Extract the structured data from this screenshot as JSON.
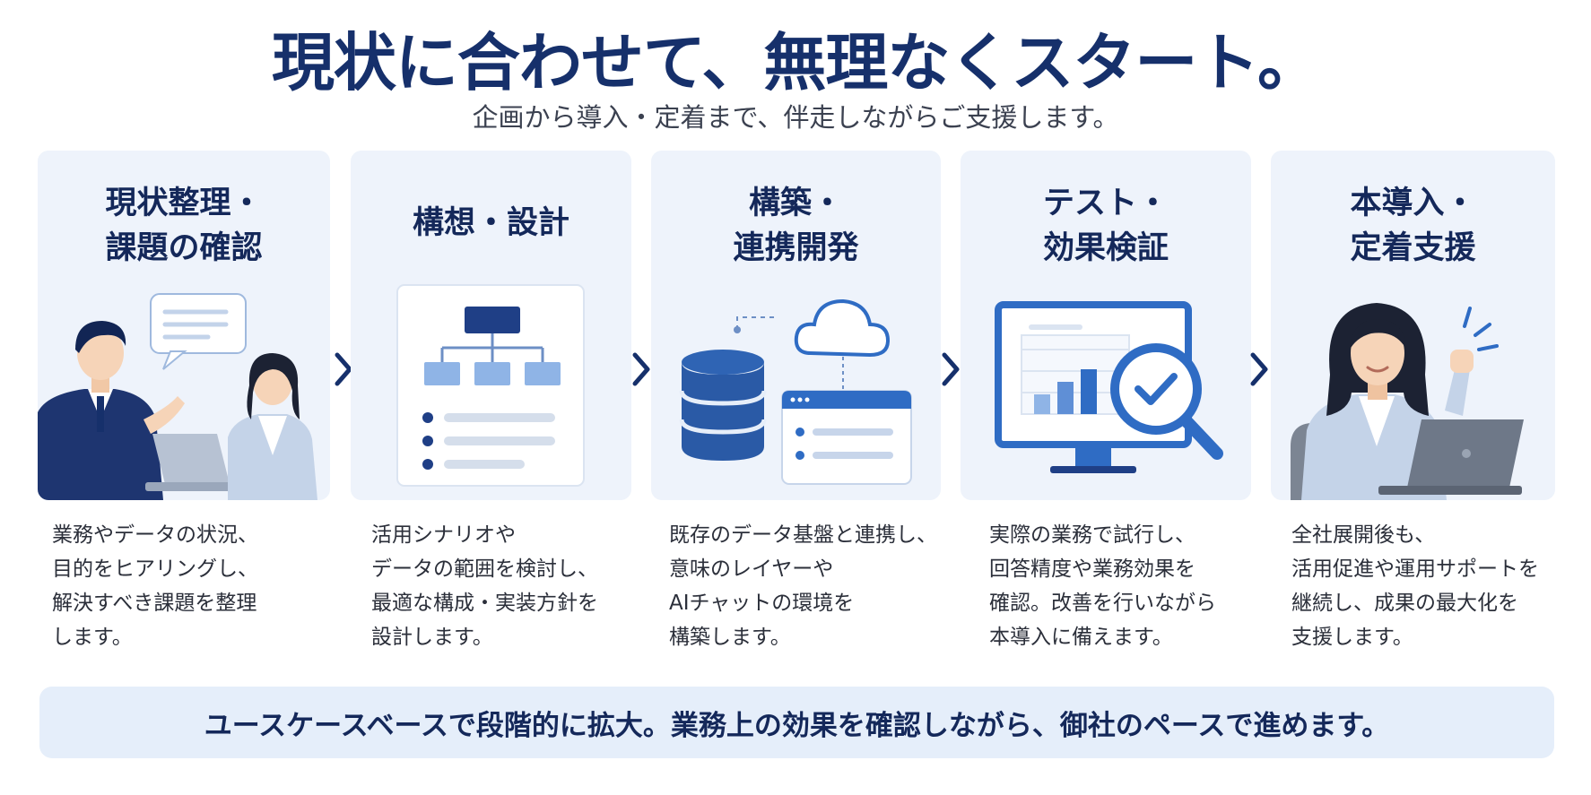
{
  "title": "現状に合わせて、無理なくスタート。",
  "subtitle": "企画から導入・定着まで、伴走しながらご支援します。",
  "steps": [
    {
      "title_lines": [
        "現状整理・",
        "課題の確認"
      ],
      "desc_lines": [
        "業務やデータの状況、",
        "目的をヒアリングし、",
        "解決すべき課題を整理",
        "します。"
      ]
    },
    {
      "title_lines": [
        "構想・設計"
      ],
      "desc_lines": [
        "活用シナリオや",
        "データの範囲を検討し、",
        "最適な構成・実装方針を",
        "設計します。"
      ]
    },
    {
      "title_lines": [
        "構築・",
        "連携開発"
      ],
      "desc_lines": [
        "既存のデータ基盤と連携し、",
        "意味のレイヤーや",
        "AIチャットの環境を",
        "構築します。"
      ]
    },
    {
      "title_lines": [
        "テスト・",
        "効果検証"
      ],
      "desc_lines": [
        "実際の業務で試行し、",
        "回答精度や業務効果を",
        "確認。改善を行いながら",
        "本導入に備えます。"
      ]
    },
    {
      "title_lines": [
        "本導入・",
        "定着支援"
      ],
      "desc_lines": [
        "全社展開後も、",
        "活用促進や運用サポートを",
        "継続し、成果の最大化を",
        "支援します。"
      ]
    }
  ],
  "banner": "ユースケースベースで段階的に拡大。業務上の効果を確認しながら、御社のペースで進めます。",
  "colors": {
    "navy": "#16306b",
    "blue": "#2f6cc4",
    "light_blue": "#8fb4e6",
    "card_bg": "#eef3fb",
    "banner_bg": "#e5eefa"
  },
  "icons": [
    "meeting-illustration",
    "chevron-right-icon",
    "org-chart-document-illustration",
    "database-cloud-illustration",
    "monitor-magnifier-check-illustration",
    "woman-laptop-illustration"
  ]
}
